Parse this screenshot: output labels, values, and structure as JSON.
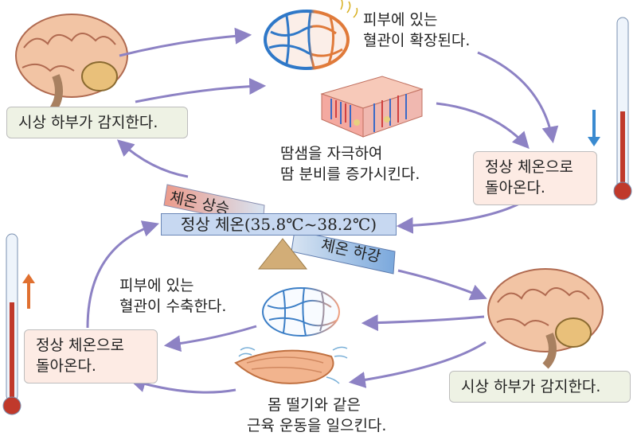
{
  "top": {
    "detect": "시상 하부가 감지한다.",
    "skin_line1": "피부에 있는",
    "skin_line2": "혈관이 확장된다.",
    "sweat_line1": "땀샘을 자극하여",
    "sweat_line2": "땀 분비를 증가시킨다.",
    "return_line1": "정상 체온으로",
    "return_line2": "돌아온다."
  },
  "center": {
    "rise_label": "체온 상승",
    "normal_label": "정상 체온(35.8℃~38.2℃)",
    "fall_label": "체온 하강"
  },
  "bottom": {
    "skin_line1": "피부에 있는",
    "skin_line2": "혈관이 수축한다.",
    "return_line1": "정상 체온으로",
    "return_line2": "돌아온다.",
    "detect": "시상 하부가 감지한다.",
    "shiver_line1": "몸 떨기와 같은",
    "shiver_line2": "근육 운동을 일으킨다."
  },
  "colors": {
    "arrow": "#8d82c4",
    "rise_arrow": "#e07030",
    "fall_arrow": "#3a8ad0",
    "thermo_red": "#c0392b"
  }
}
